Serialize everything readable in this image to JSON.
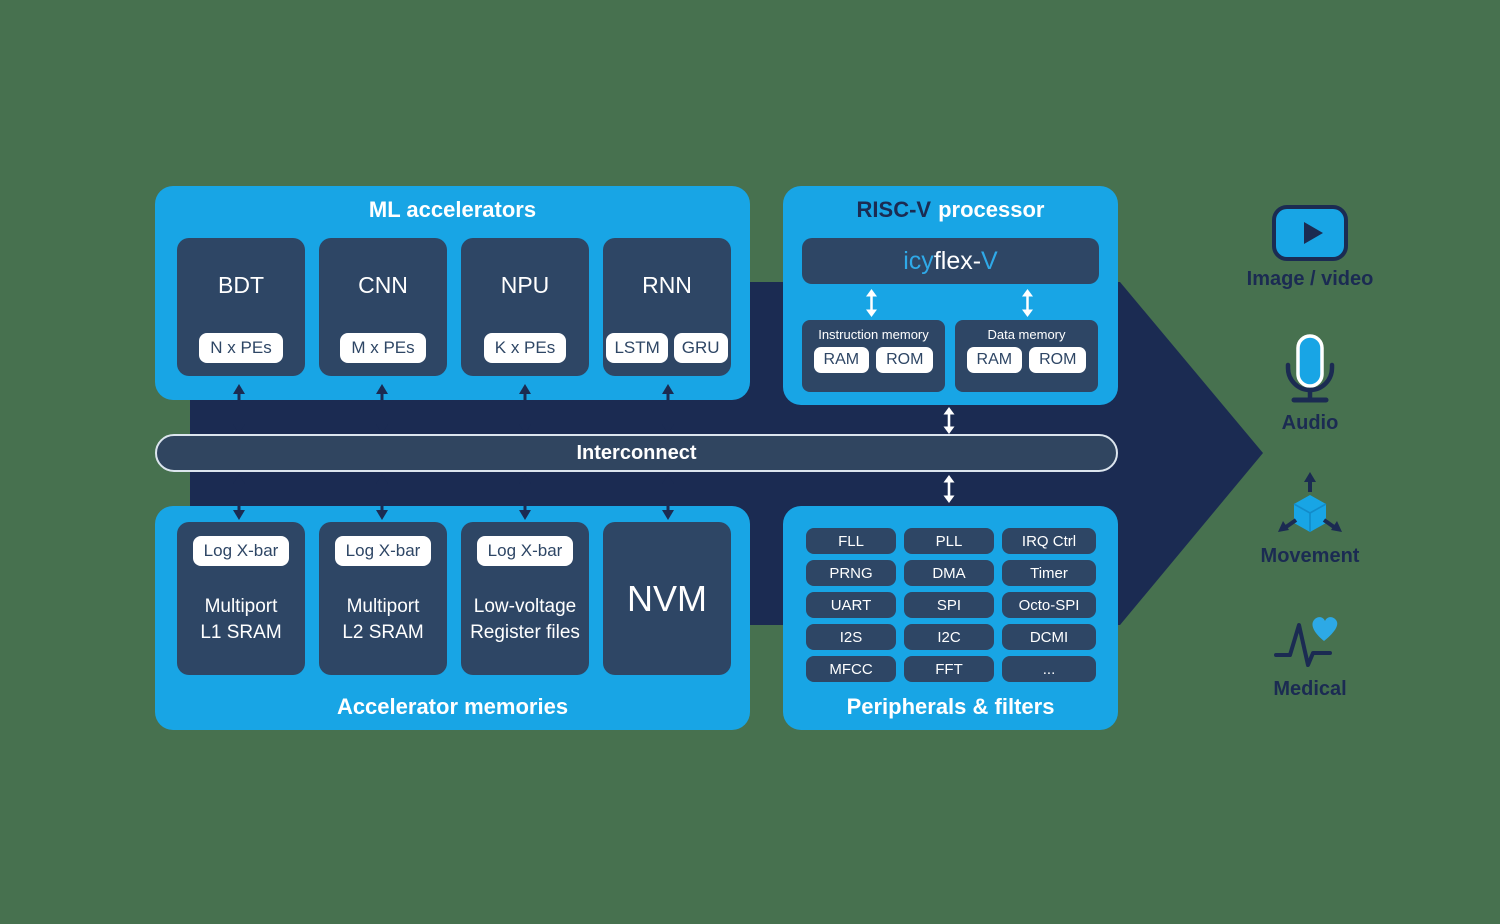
{
  "ml": {
    "title": "ML accelerators",
    "blocks": [
      {
        "name": "BDT",
        "pills": [
          "N x PEs"
        ]
      },
      {
        "name": "CNN",
        "pills": [
          "M x PEs"
        ]
      },
      {
        "name": "NPU",
        "pills": [
          "K x PEs"
        ]
      },
      {
        "name": "RNN",
        "pills": [
          "LSTM",
          "GRU"
        ]
      }
    ]
  },
  "riscv": {
    "title_brand": "RISC-V",
    "title_rest": "processor",
    "core": {
      "part1": "icy",
      "part2": "flex-",
      "part3": "V"
    },
    "memories": [
      {
        "label": "Instruction memory",
        "pills": [
          "RAM",
          "ROM"
        ]
      },
      {
        "label": "Data memory",
        "pills": [
          "RAM",
          "ROM"
        ]
      }
    ]
  },
  "interconnect": {
    "label": "Interconnect"
  },
  "accel_mem": {
    "title": "Accelerator memories",
    "blocks": [
      {
        "pill": "Log X-bar",
        "line1": "Multiport",
        "line2": "L1 SRAM"
      },
      {
        "pill": "Log X-bar",
        "line1": "Multiport",
        "line2": "L2 SRAM"
      },
      {
        "pill": "Log X-bar",
        "line1": "Low-voltage",
        "line2": "Register files"
      },
      {
        "name": "NVM"
      }
    ]
  },
  "peripherals": {
    "title": "Peripherals & filters",
    "items": [
      "FLL",
      "PLL",
      "IRQ Ctrl",
      "PRNG",
      "DMA",
      "Timer",
      "UART",
      "SPI",
      "Octo-SPI",
      "I2S",
      "I2C",
      "DCMI",
      "MFCC",
      "FFT",
      "..."
    ]
  },
  "outputs": [
    {
      "label": "Image / video"
    },
    {
      "label": "Audio"
    },
    {
      "label": "Movement"
    },
    {
      "label": "Medical"
    }
  ],
  "colors": {
    "light_blue": "#18A5E5",
    "dark_slate": "#2E4665",
    "navy": "#1B2B52",
    "background": "#47714F"
  }
}
